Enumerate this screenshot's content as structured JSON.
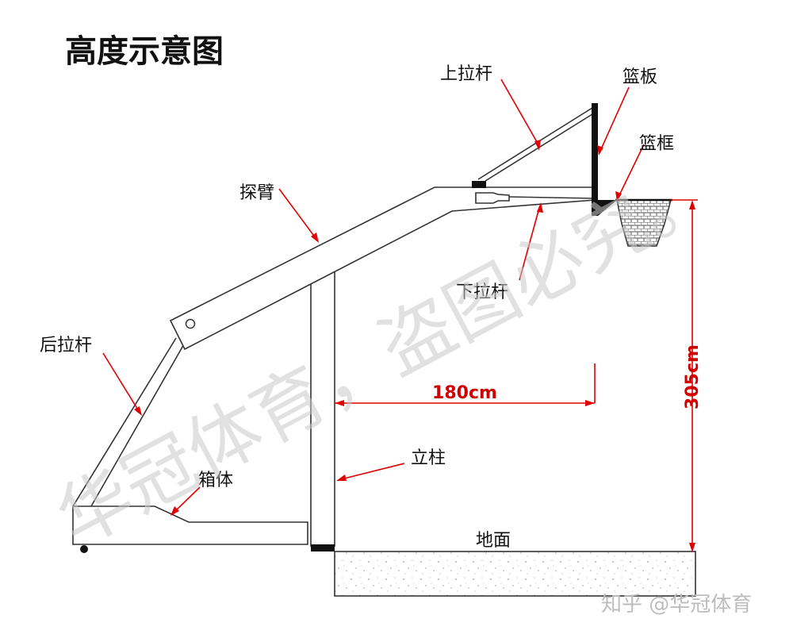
{
  "title": "高度示意图",
  "labels": {
    "upper_rod": "上拉杆",
    "backboard": "篮板",
    "rim": "篮框",
    "boom_arm": "探臂",
    "lower_rod": "下拉杆",
    "rear_rod": "后拉杆",
    "box_body": "箱体",
    "column": "立柱",
    "ground": "地面"
  },
  "dimensions": {
    "horizontal": "180cm",
    "vertical": "305cm"
  },
  "watermark": "华冠体育，盗图必究。",
  "credit": "知乎 @华冠体育",
  "colors": {
    "line": "#333333",
    "dimension": "#d00000",
    "leader": "#e00000",
    "watermark": "#c9c9c9"
  }
}
